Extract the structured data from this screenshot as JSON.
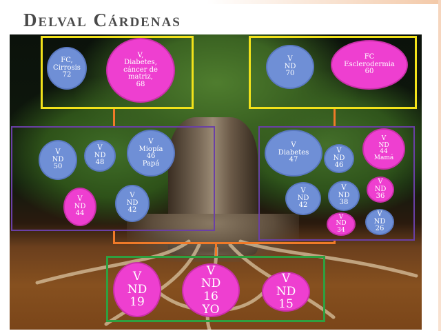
{
  "title": "Delval Cárdenas",
  "nodes": {
    "paternal_grandfather": [
      "FC,",
      "Cirrosis",
      "72"
    ],
    "paternal_grandmother": [
      "V,",
      "Diabetes,",
      "cáncer de",
      "matriz,",
      "68"
    ],
    "maternal_grandfather": [
      "V",
      "ND",
      "70"
    ],
    "maternal_grandmother": [
      "FC",
      "Esclerodermia",
      "60"
    ],
    "p_uncle_50": [
      "V",
      "ND",
      "50"
    ],
    "p_uncle_48": [
      "V",
      "ND",
      "48"
    ],
    "father": [
      "V",
      "Miopía",
      "46",
      "Papá"
    ],
    "p_aunt_44": [
      "V",
      "ND",
      "44"
    ],
    "p_uncle_42": [
      "V",
      "ND",
      "42"
    ],
    "m_uncle_47": [
      "V",
      "Diabetes",
      "47"
    ],
    "m_uncle_46": [
      "V",
      "ND",
      "46"
    ],
    "mother": [
      "V",
      "ND",
      "44",
      "Mamá"
    ],
    "m_uncle_42": [
      "V",
      "ND",
      "42"
    ],
    "m_uncle_38": [
      "V",
      "ND",
      "38"
    ],
    "m_aunt_36": [
      "V",
      "ND",
      "36"
    ],
    "m_aunt_34": [
      "V",
      "ND",
      "34"
    ],
    "m_uncle_26": [
      "V",
      "ND",
      "26"
    ],
    "sibling_19": [
      "V",
      "ND",
      "19"
    ],
    "self": [
      "V",
      "ND",
      "16",
      "YO"
    ],
    "sibling_15": [
      "V",
      "ND",
      "15"
    ]
  },
  "colors": {
    "male": "#6f8fd6",
    "female": "#ee3fd0",
    "grandparents_frame": "#f2e21a",
    "parents_generation_frame": "#6a3fa6",
    "children_frame": "#2fa040",
    "connector": "#f07a28"
  }
}
